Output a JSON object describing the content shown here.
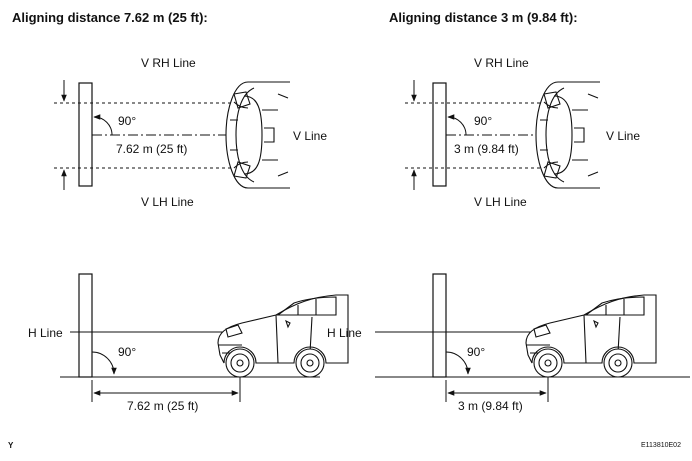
{
  "headings": {
    "left": "Aligning distance 7.62 m (25 ft):",
    "right": "Aligning distance 3 m (9.84 ft):"
  },
  "labels": {
    "v_rh_line": "V RH Line",
    "v_lh_line": "V LH Line",
    "v_line": "V Line",
    "h_line": "H Line",
    "angle": "90°"
  },
  "distances": {
    "left": "7.62 m (25 ft)",
    "right": "3 m (9.84 ft)"
  },
  "footer": {
    "left_mark": "Y",
    "figure_code": "E113810E02"
  }
}
